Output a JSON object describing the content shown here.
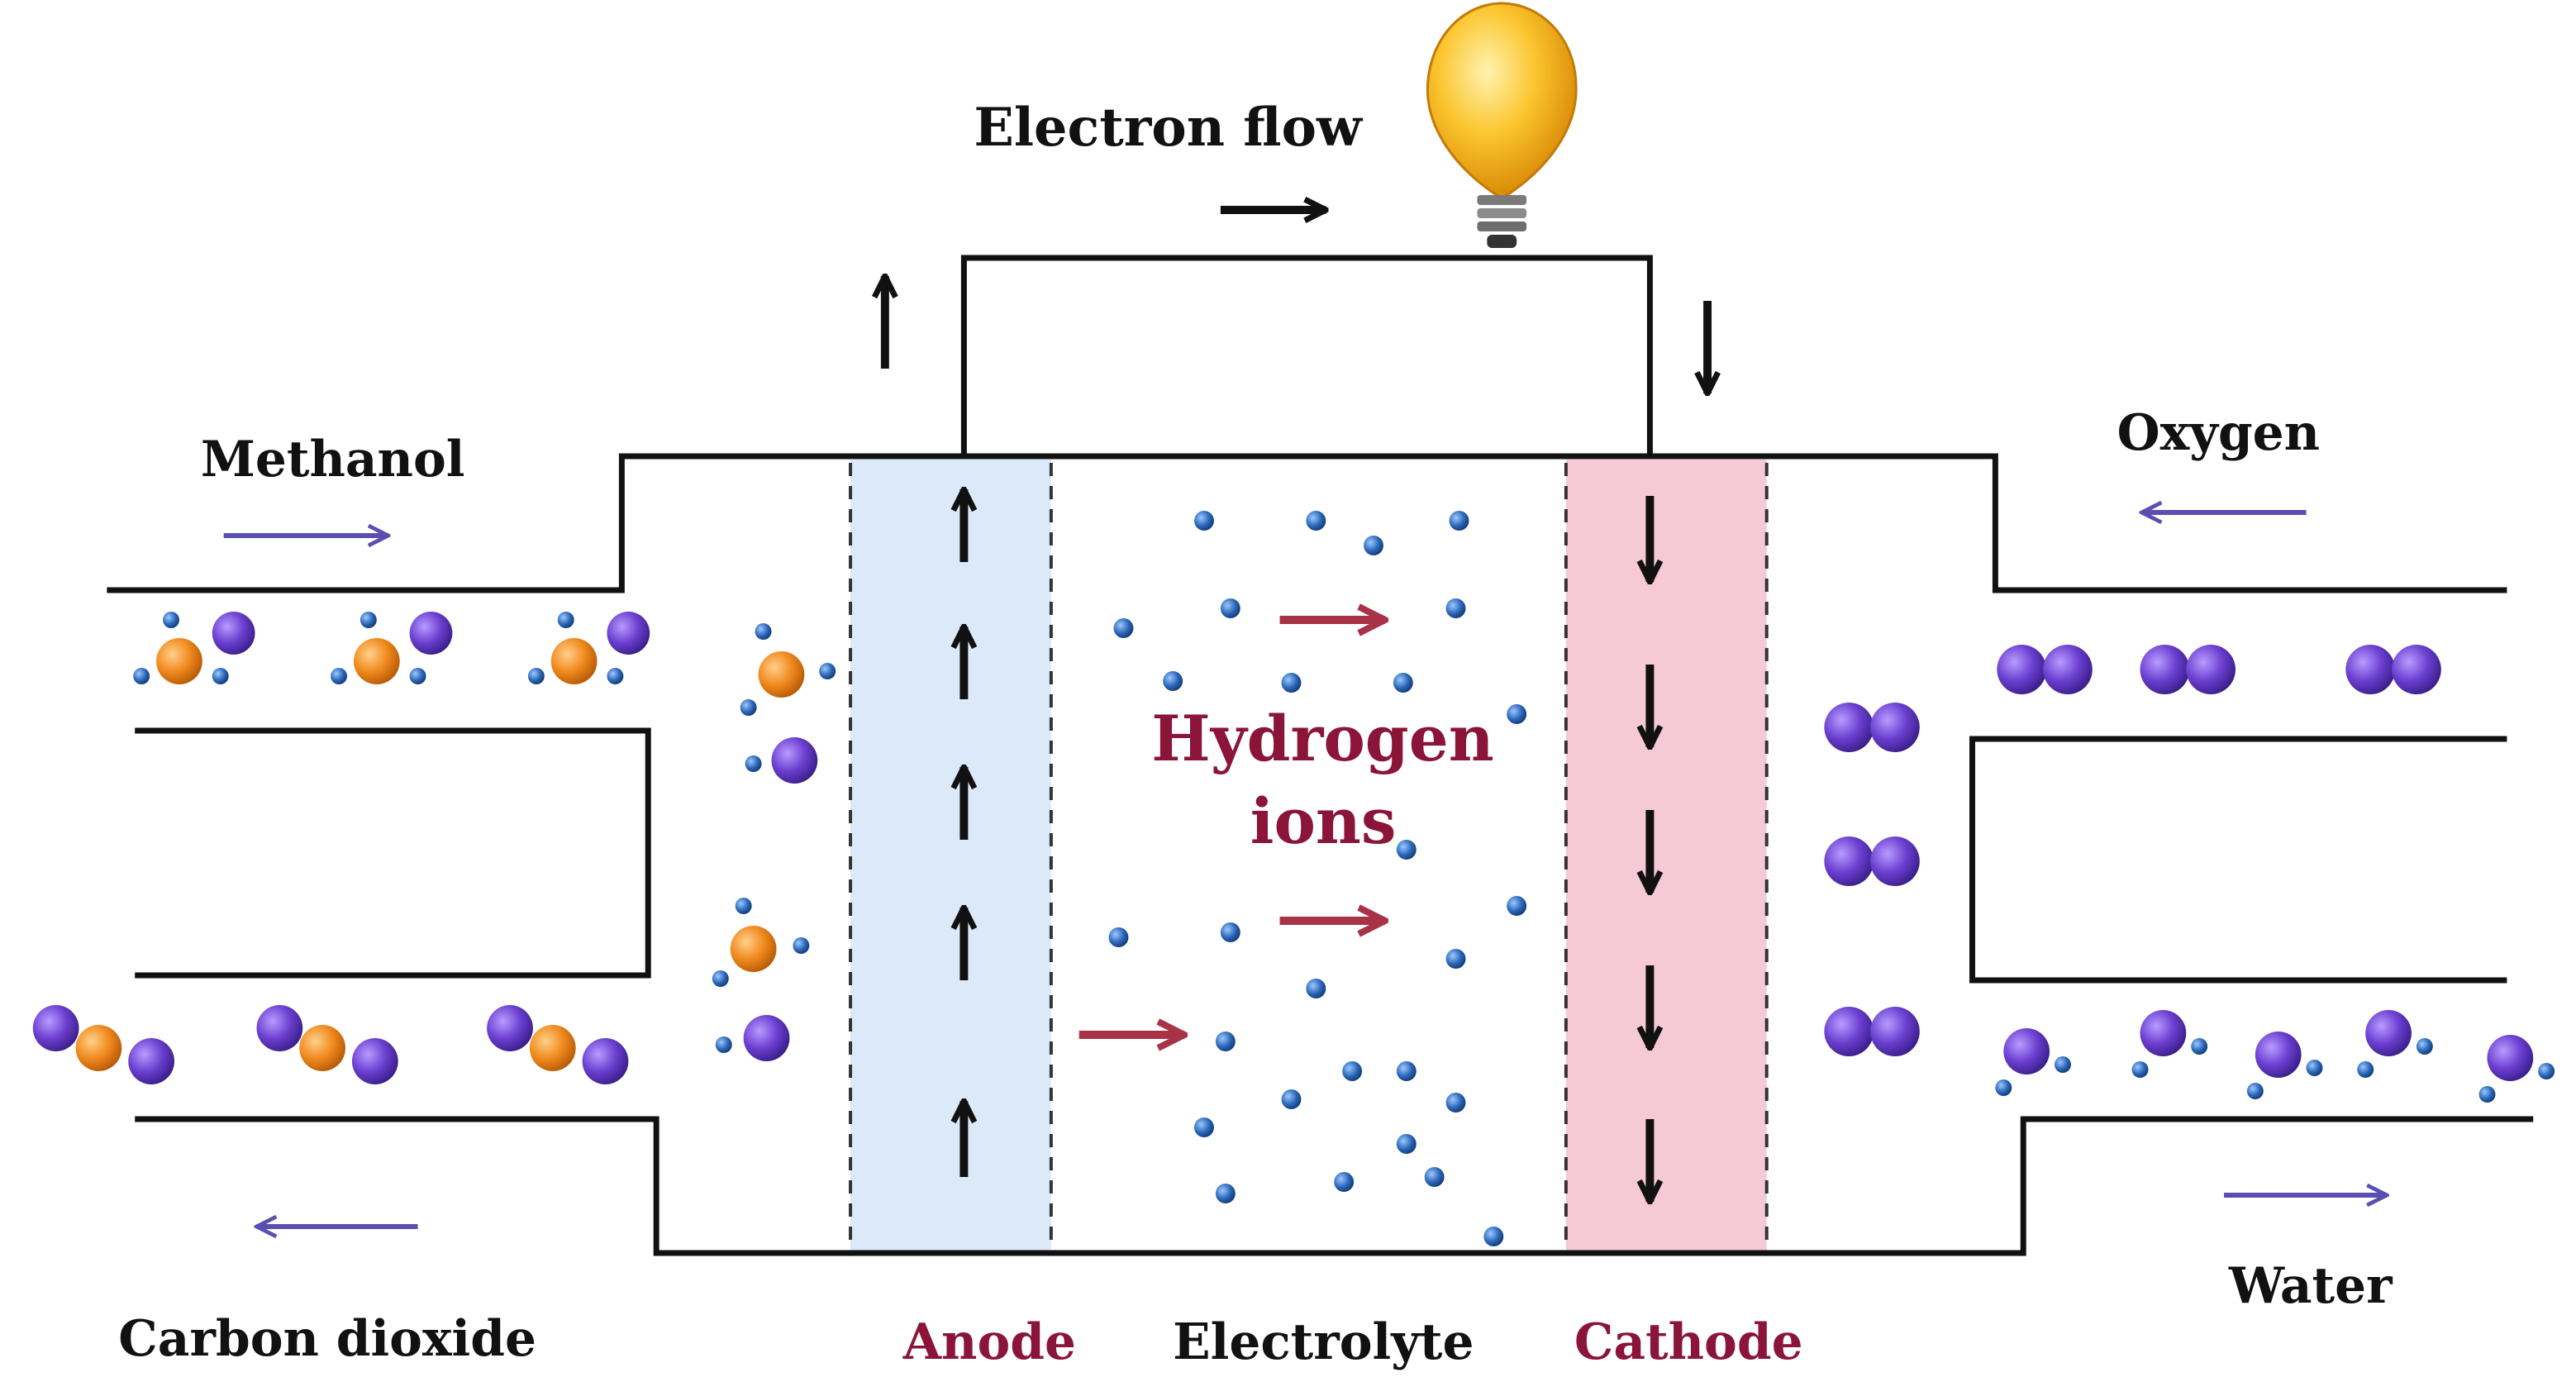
{
  "labels": {
    "electron_flow": "Electron flow",
    "methanol": "Methanol",
    "oxygen": "Oxygen",
    "hydrogen": "Hydrogen",
    "ions": "ions",
    "carbon_dioxide": "Carbon dioxide",
    "water": "Water",
    "anode": "Anode",
    "electrolyte": "Electrolyte",
    "cathode": "Cathode"
  },
  "colors": {
    "line": "#111111",
    "flow_arrow": "#5a4fb0",
    "ion_arrow": "#a83246",
    "anode_fill": "#dce9f8",
    "cathode_fill": "#f6c9d6",
    "hydrogen_atom": "#2a66b8",
    "oxygen_atom": "#6b3fd0",
    "carbon_atom": "#f08a1e",
    "bulb": "#f9b92a",
    "label_red": "#8a1538"
  },
  "icons": [
    "light-bulb-icon",
    "electron-arrow-icon",
    "flow-arrow-icon",
    "ion-arrow-icon"
  ]
}
